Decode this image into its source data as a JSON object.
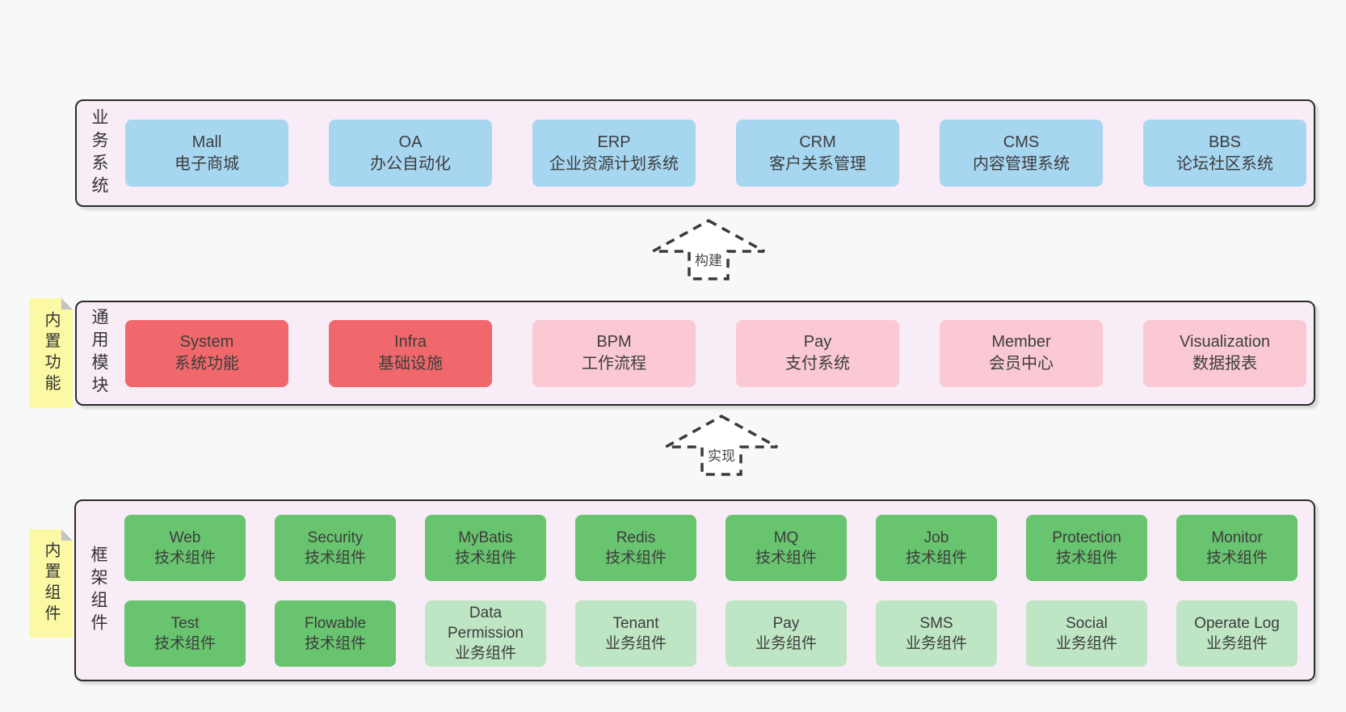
{
  "colors": {
    "page_bg": "#f8f8f8",
    "panel_bg": "#f8edf6",
    "panel_border": "#2b2b2b",
    "blue_box": "#a7d6f1",
    "red_box": "#f0686c",
    "pink_box": "#fac9d3",
    "green_box": "#68c46f",
    "light_green_box": "#bee6c4",
    "sticky_yellow": "#fbf9a3",
    "text": "#3d3d3d"
  },
  "business": {
    "label": "业务系统",
    "boxes": [
      {
        "en": "Mall",
        "zh": "电子商城"
      },
      {
        "en": "OA",
        "zh": "办公自动化"
      },
      {
        "en": "ERP",
        "zh": "企业资源计划系统"
      },
      {
        "en": "CRM",
        "zh": "客户关系管理"
      },
      {
        "en": "CMS",
        "zh": "内容管理系统"
      },
      {
        "en": "BBS",
        "zh": "论坛社区系统"
      }
    ]
  },
  "arrows": [
    {
      "label": "构建"
    },
    {
      "label": "实现"
    }
  ],
  "modules": {
    "label": "通用模块",
    "sticky": "内置功能",
    "boxes": [
      {
        "en": "System",
        "zh": "系统功能"
      },
      {
        "en": "Infra",
        "zh": "基础设施"
      },
      {
        "en": "BPM",
        "zh": "工作流程"
      },
      {
        "en": "Pay",
        "zh": "支付系统"
      },
      {
        "en": "Member",
        "zh": "会员中心"
      },
      {
        "en": "Visualization",
        "zh": "数据报表"
      }
    ]
  },
  "components": {
    "label": "框架组件",
    "sticky": "内置组件",
    "row1": [
      {
        "en": "Web",
        "zh": "技术组件"
      },
      {
        "en": "Security",
        "zh": "技术组件"
      },
      {
        "en": "MyBatis",
        "zh": "技术组件"
      },
      {
        "en": "Redis",
        "zh": "技术组件"
      },
      {
        "en": "MQ",
        "zh": "技术组件"
      },
      {
        "en": "Job",
        "zh": "技术组件"
      },
      {
        "en": "Protection",
        "zh": "技术组件"
      },
      {
        "en": "Monitor",
        "zh": "技术组件"
      }
    ],
    "row2": [
      {
        "en": "Test",
        "zh": "技术组件"
      },
      {
        "en": "Flowable",
        "zh": "技术组件"
      },
      {
        "en": "Data Permission",
        "zh": "业务组件"
      },
      {
        "en": "Tenant",
        "zh": "业务组件"
      },
      {
        "en": "Pay",
        "zh": "业务组件"
      },
      {
        "en": "SMS",
        "zh": "业务组件"
      },
      {
        "en": "Social",
        "zh": "业务组件"
      },
      {
        "en": "Operate Log",
        "zh": "业务组件"
      }
    ]
  }
}
